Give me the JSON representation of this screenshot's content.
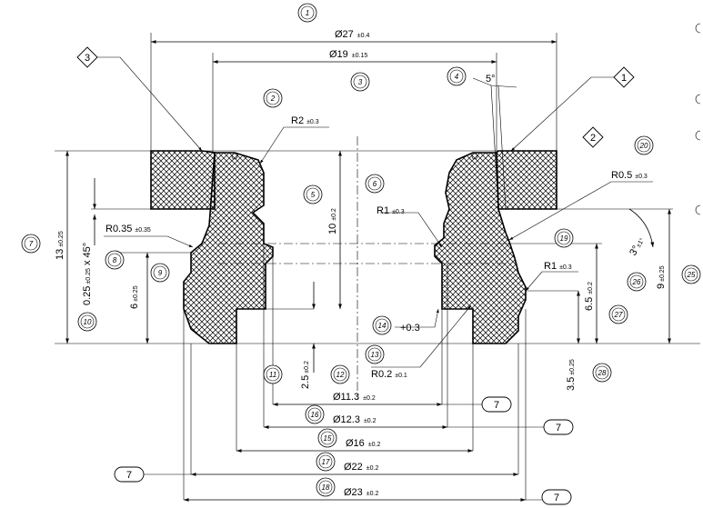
{
  "dimensions": [
    {
      "id": "d27",
      "value": "Ø27",
      "tol": "±0.4"
    },
    {
      "id": "d19",
      "value": "Ø19",
      "tol": "±0.15"
    },
    {
      "id": "r2",
      "value": "R2",
      "tol": "±0.3"
    },
    {
      "id": "ang5",
      "value": "5°",
      "tol": ""
    },
    {
      "id": "r05",
      "value": "R0.5",
      "tol": "±0.3"
    },
    {
      "id": "r1a",
      "value": "R1",
      "tol": "±0.3"
    },
    {
      "id": "h10",
      "value": "10",
      "tol": "±0.2"
    },
    {
      "id": "r035",
      "value": "R0.35",
      "tol": "±0.35"
    },
    {
      "id": "chamfer",
      "value": "0.25",
      "tol": "±0.25",
      "suffix": " x 45°"
    },
    {
      "id": "h13",
      "value": "13",
      "tol": "±0.25"
    },
    {
      "id": "h6",
      "value": "6",
      "tol": "±0.25"
    },
    {
      "id": "ang3",
      "value": "3°",
      "tol": "±1°"
    },
    {
      "id": "h9",
      "value": "9",
      "tol": "±0.25"
    },
    {
      "id": "r1b",
      "value": "R1",
      "tol": "±0.3"
    },
    {
      "id": "h65",
      "value": "6.5",
      "tol": "±0.2"
    },
    {
      "id": "p03",
      "value": "+0.3",
      "tol": ""
    },
    {
      "id": "h25",
      "value": "2.5",
      "tol": "±0.2"
    },
    {
      "id": "r02",
      "value": "R0.2",
      "tol": "±0.1"
    },
    {
      "id": "h35",
      "value": "3.5",
      "tol": "±0.25"
    },
    {
      "id": "d113",
      "value": "Ø11.3",
      "tol": "±0.2"
    },
    {
      "id": "d123",
      "value": "Ø12.3",
      "tol": "±0.2"
    },
    {
      "id": "d16",
      "value": "Ø16",
      "tol": "±0.2"
    },
    {
      "id": "d22",
      "value": "Ø22",
      "tol": "±0.2"
    },
    {
      "id": "d23",
      "value": "Ø23",
      "tol": "±0.2"
    }
  ],
  "balloons": [
    "1",
    "2",
    "3",
    "4",
    "5",
    "6",
    "7",
    "8",
    "9",
    "10",
    "11",
    "12",
    "13",
    "14",
    "15",
    "16",
    "17",
    "18",
    "19",
    "20",
    "25",
    "26",
    "27",
    "28"
  ],
  "diamonds": [
    "3",
    "1",
    "2"
  ],
  "capsule_label": "7"
}
